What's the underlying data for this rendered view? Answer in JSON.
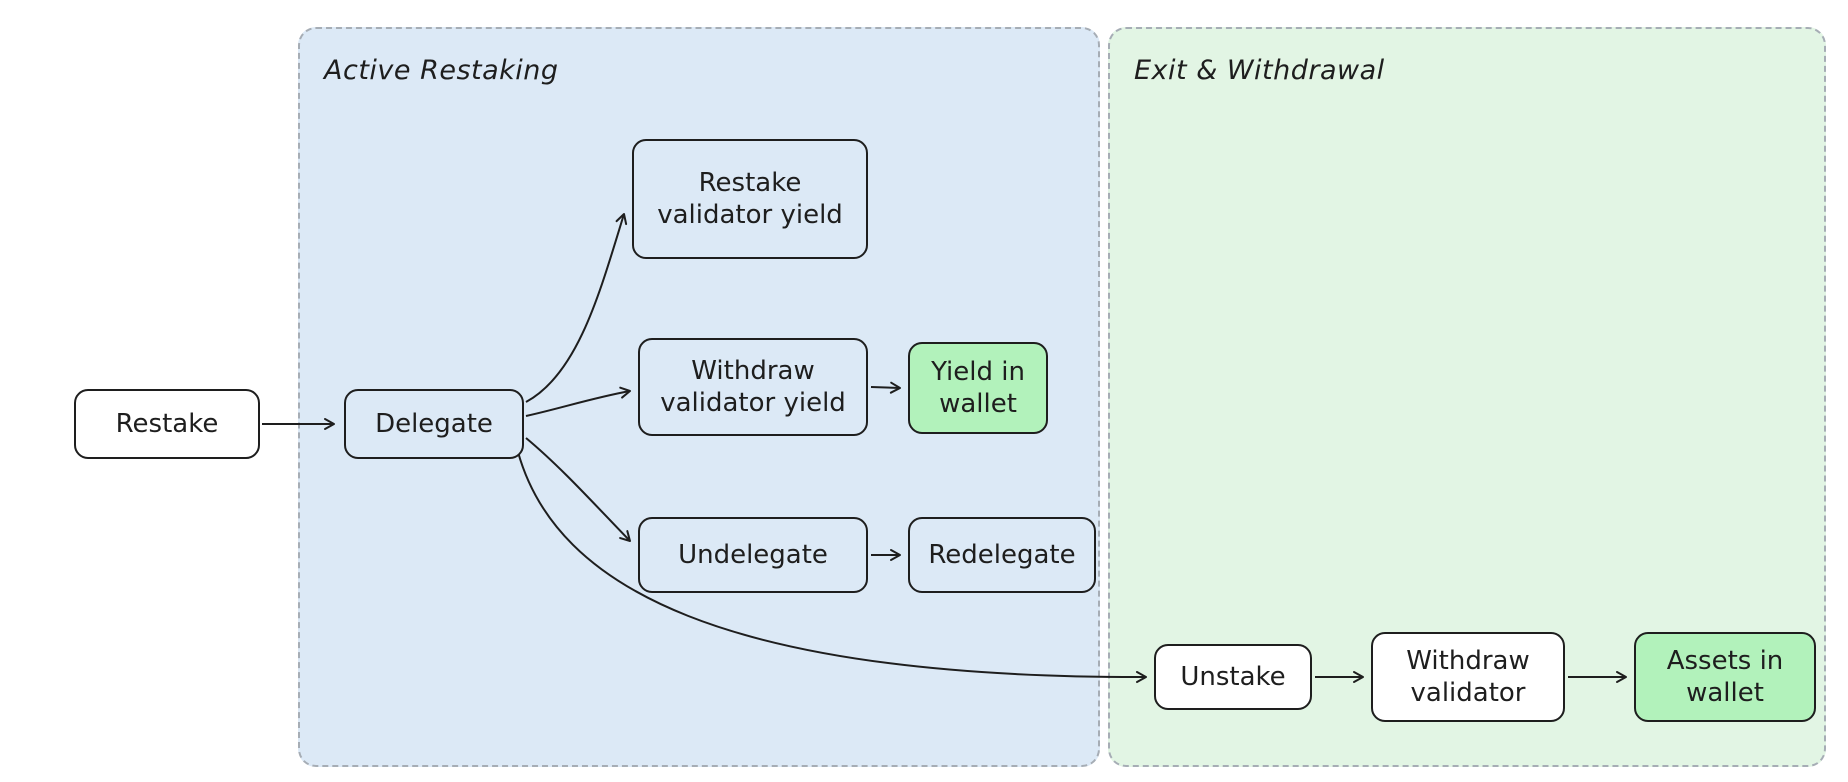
{
  "regions": {
    "active_restaking": {
      "label": "Active Restaking",
      "bg": "#dce9f6"
    },
    "exit_withdrawal": {
      "label": "Exit & Withdrawal",
      "bg": "#e2f5e4"
    }
  },
  "nodes": {
    "restake": {
      "label": "Restake",
      "fill": "#ffffff"
    },
    "delegate": {
      "label": "Delegate",
      "fill": "#dce9f6"
    },
    "restake_validator_yield": {
      "label": "Restake\nvalidator yield",
      "fill": "#dce9f6"
    },
    "withdraw_validator_yield": {
      "label": "Withdraw\nvalidator yield",
      "fill": "#dce9f6"
    },
    "yield_in_wallet": {
      "label": "Yield in\nwallet",
      "fill": "#b2f2bb"
    },
    "undelegate": {
      "label": "Undelegate",
      "fill": "#dce9f6"
    },
    "redelegate": {
      "label": "Redelegate",
      "fill": "#dce9f6"
    },
    "unstake": {
      "label": "Unstake",
      "fill": "#ffffff"
    },
    "withdraw_validator": {
      "label": "Withdraw\nvalidator",
      "fill": "#ffffff"
    },
    "assets_in_wallet": {
      "label": "Assets in\nwallet",
      "fill": "#b2f2bb"
    }
  },
  "edges": [
    {
      "from": "restake",
      "to": "delegate"
    },
    {
      "from": "delegate",
      "to": "restake_validator_yield"
    },
    {
      "from": "delegate",
      "to": "withdraw_validator_yield"
    },
    {
      "from": "delegate",
      "to": "undelegate"
    },
    {
      "from": "delegate",
      "to": "unstake"
    },
    {
      "from": "withdraw_validator_yield",
      "to": "yield_in_wallet"
    },
    {
      "from": "undelegate",
      "to": "redelegate"
    },
    {
      "from": "unstake",
      "to": "withdraw_validator"
    },
    {
      "from": "withdraw_validator",
      "to": "assets_in_wallet"
    }
  ],
  "colors": {
    "node_border": "#1e1e1e",
    "region_border": "#a6adb5",
    "arrow": "#1e1e1e",
    "blue_fill": "#dce9f6",
    "green_fill": "#b2f2bb",
    "white_fill": "#ffffff",
    "canvas_bg": "#ffffff"
  }
}
